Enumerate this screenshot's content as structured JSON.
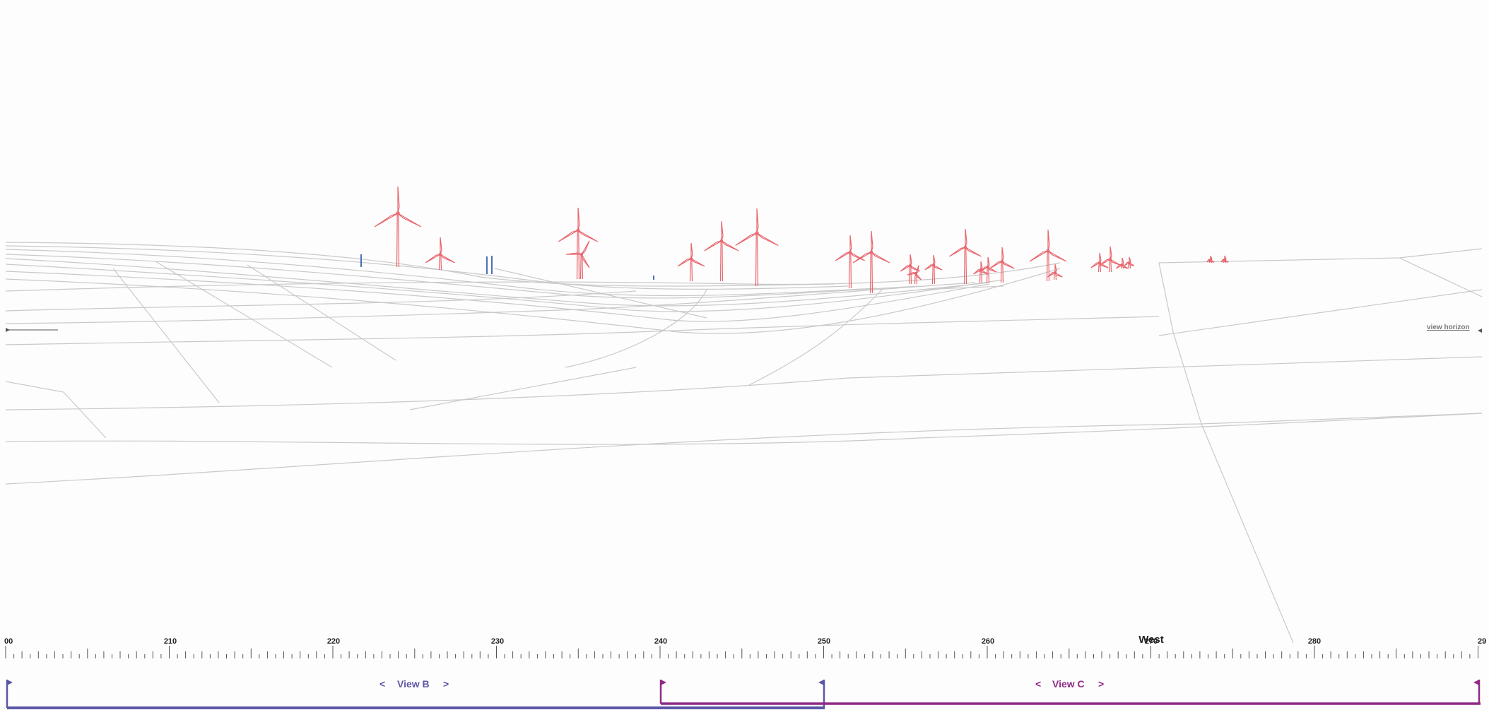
{
  "horizon": {
    "label": "view horizon"
  },
  "compass": {
    "label": "West"
  },
  "ruler": {
    "labels": [
      "00",
      "210",
      "220",
      "230",
      "240",
      "250",
      "260",
      "270",
      "280",
      "29"
    ]
  },
  "views": [
    {
      "name": "View B",
      "prev": "<",
      "next": ">",
      "color": "#5b57a6"
    },
    {
      "name": "View C",
      "prev": "<",
      "next": ">",
      "color": "#8e2a86"
    }
  ],
  "colors": {
    "turbine": "#e8666e",
    "turbine_existing": "#4f6fb8",
    "terrain": "#c9c9c9"
  }
}
